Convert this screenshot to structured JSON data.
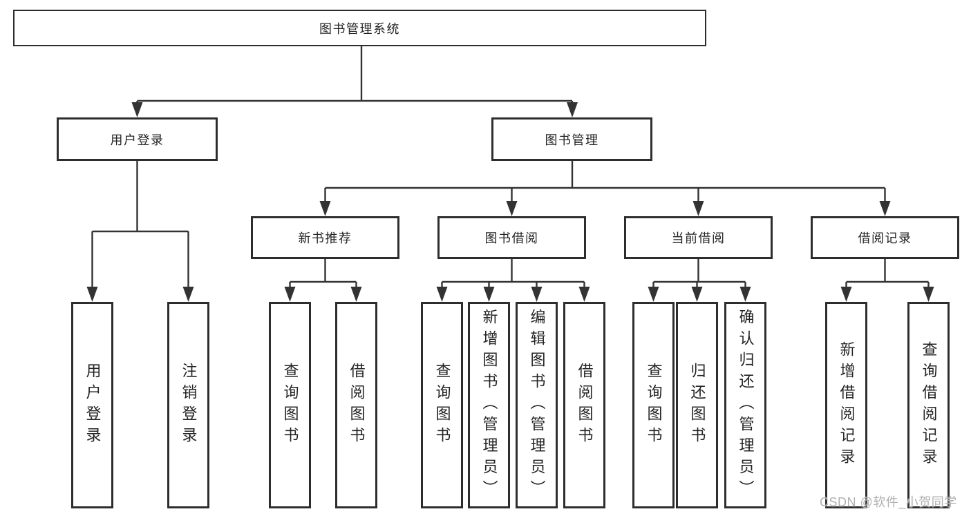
{
  "page": {
    "background": "#ffffff"
  },
  "diagram": {
    "type": "hierarchy",
    "tree": {
      "label": "图书管理系统",
      "children": [
        {
          "label": "用户登录",
          "children": [
            {
              "label": "用户登录"
            },
            {
              "label": "注销登录"
            }
          ]
        },
        {
          "label": "图书管理",
          "children": [
            {
              "label": "新书推荐",
              "children": [
                {
                  "label": "查询图书"
                },
                {
                  "label": "借阅图书"
                }
              ]
            },
            {
              "label": "图书借阅",
              "children": [
                {
                  "label": "查询图书"
                },
                {
                  "label": "新增图书（管理员）"
                },
                {
                  "label": "编辑图书（管理员）"
                },
                {
                  "label": "借阅图书"
                }
              ]
            },
            {
              "label": "当前借阅",
              "children": [
                {
                  "label": "查询图书"
                },
                {
                  "label": "归还图书"
                },
                {
                  "label": "确认归还（管理员）"
                }
              ]
            },
            {
              "label": "借阅记录",
              "children": [
                {
                  "label": "新增借阅记录"
                },
                {
                  "label": "查询借阅记录"
                }
              ]
            }
          ]
        }
      ]
    },
    "colors": {
      "line": "#333333",
      "box_border": "#2d2d2d",
      "box_fill": "#ffffff",
      "text": "#242424"
    }
  },
  "watermark": {
    "text": "CSDN @软件_小贺同学",
    "color": "#b0b0b0"
  }
}
